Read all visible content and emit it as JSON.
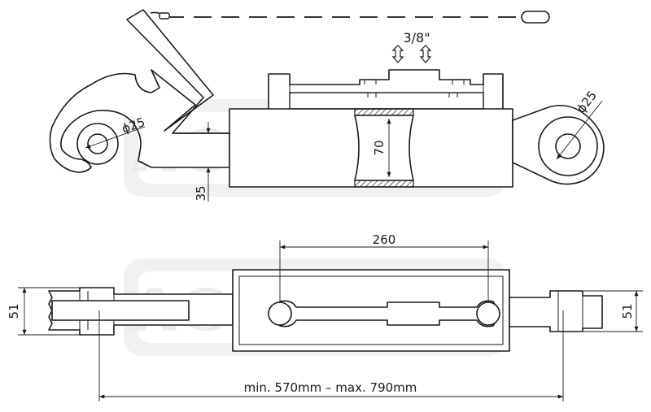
{
  "watermark": {
    "text": "AGRICOLA"
  },
  "top_view": {
    "thread_label": "3/8\"",
    "hook_bore": "ϕ25",
    "end_bore": "ϕ25",
    "body_height": "70",
    "offset": "35"
  },
  "bottom_view": {
    "slot_length": "260",
    "left_width": "51",
    "right_width": "51",
    "length_range": "min. 570mm  –  max. 790mm"
  }
}
